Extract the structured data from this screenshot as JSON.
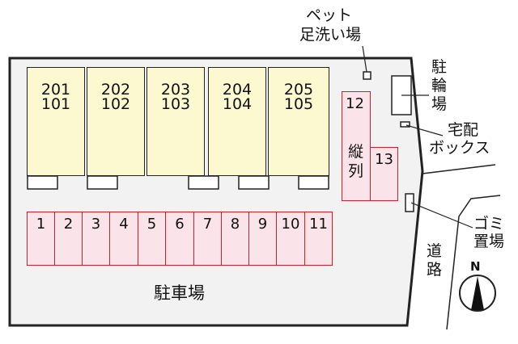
{
  "diagram": {
    "type": "site-plan",
    "units": [
      {
        "upper": "201",
        "lower": "101"
      },
      {
        "upper": "202",
        "lower": "102"
      },
      {
        "upper": "203",
        "lower": "103"
      },
      {
        "upper": "204",
        "lower": "104"
      },
      {
        "upper": "205",
        "lower": "105"
      }
    ],
    "parking_stalls": [
      "1",
      "2",
      "3",
      "4",
      "5",
      "6",
      "7",
      "8",
      "9",
      "10",
      "11"
    ],
    "vertical_stalls": {
      "stall_12": "12",
      "stall_13": "13",
      "note": "縦列"
    },
    "labels": {
      "pet_wash_line1": "ペット",
      "pet_wash_line2": "足洗い場",
      "bicycle_parking": "駐輪場",
      "delivery_box_line1": "宅配",
      "delivery_box_line2": "ボックス",
      "garbage_line1": "ゴミ",
      "garbage_line2": "置場",
      "road": "道路",
      "parking_lot": "駐車場",
      "compass_north": "N"
    },
    "colors": {
      "lot_fill": "#f2f2f2",
      "building_fill": "#fcf8cf",
      "stall_fill": "#fbe3ea",
      "stall_border": "#d01f2a",
      "line": "#222222"
    }
  }
}
